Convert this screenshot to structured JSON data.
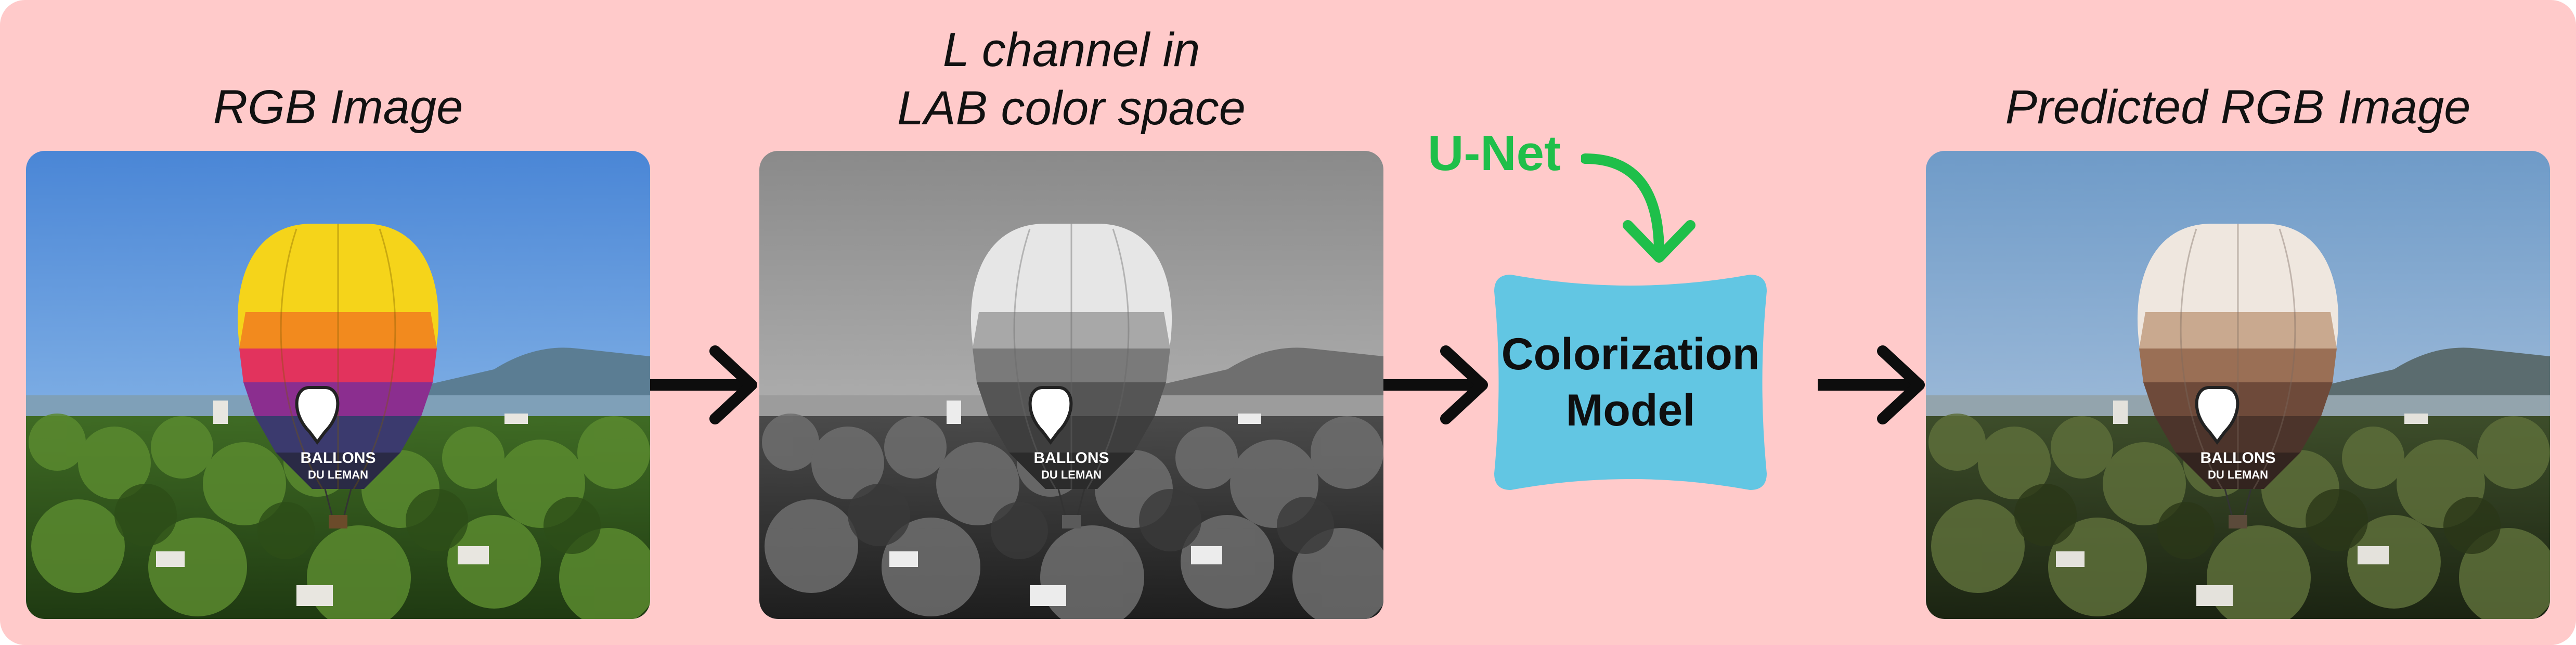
{
  "captions": {
    "rgb_image": "RGB Image",
    "l_channel_line1": "L channel in",
    "l_channel_line2": "LAB color space",
    "predicted": "Predicted RGB Image"
  },
  "model": {
    "line1": "Colorization",
    "line2": "Model"
  },
  "network_label": "U-Net",
  "balloon_text": {
    "line1": "BALLONS",
    "line2": "DU LEMAN"
  },
  "colors": {
    "background": "#ffcaca",
    "model_box": "#62c6e3",
    "unet_green": "#1fbf4a",
    "arrow": "#0d0d0d"
  }
}
